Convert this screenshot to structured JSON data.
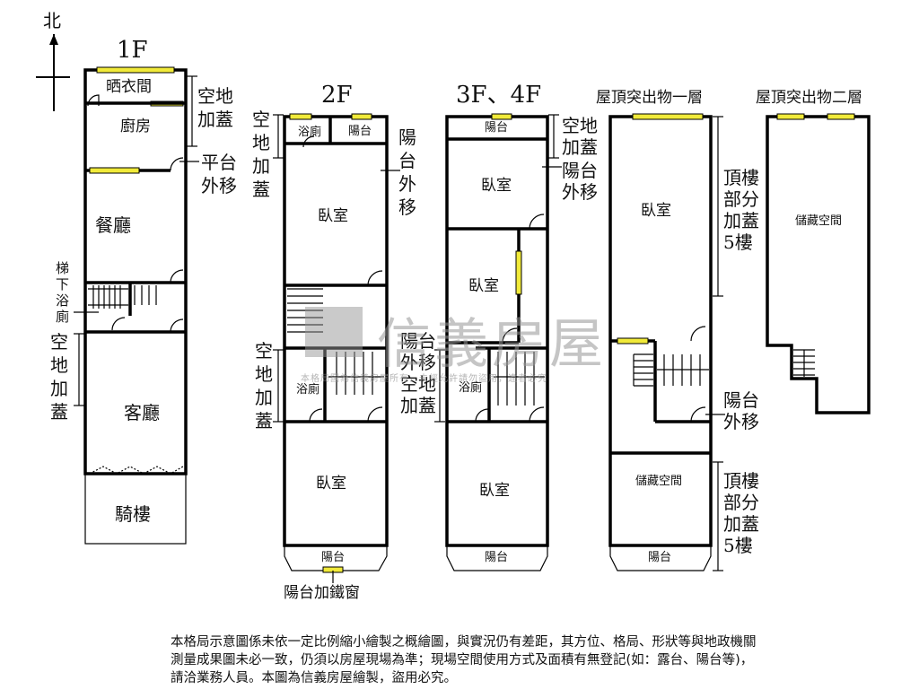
{
  "compass": {
    "north": "北"
  },
  "floors": {
    "f1": {
      "title": "1F",
      "rooms": {
        "laundry": "晒衣間",
        "kitchen": "廚房",
        "dining": "餐廳",
        "living": "客廳",
        "arcade": "騎樓",
        "under_stair_bath": "梯下浴廁"
      },
      "notes": {
        "open_land_top": "空地加蓋",
        "platform_out": "平台外移",
        "open_land_mid": "空地加蓋"
      }
    },
    "f2": {
      "title": "2F",
      "rooms": {
        "bath_top": "浴廁",
        "balcony_top": "陽台",
        "bedroom_top": "臥室",
        "bath_mid": "浴廁",
        "bedroom_bottom": "臥室",
        "balcony_bottom": "陽台"
      },
      "notes": {
        "open_land_top": "空地加蓋",
        "balcony_out": "陽台外移",
        "open_land_mid": "空地加蓋",
        "iron_window": "陽台加鐵窗"
      }
    },
    "f34": {
      "title": "3F、4F",
      "rooms": {
        "balcony_top": "陽台",
        "bedroom_1": "臥室",
        "bedroom_2": "臥室",
        "bath": "浴廁",
        "bedroom_3": "臥室",
        "balcony_bottom": "陽台"
      },
      "notes": {
        "open_land_top": "空地加蓋",
        "balcony_out_top": "陽台外移",
        "balcony_out_mid": "陽台外移",
        "open_land_mid": "空地加蓋"
      }
    },
    "roof1": {
      "title": "屋頂突出物一層",
      "rooms": {
        "bedroom": "臥室",
        "storage": "儲藏空間",
        "balcony": "陽台"
      },
      "notes": {
        "top_addon": "頂樓部分加蓋5樓",
        "balcony_out": "陽台外移",
        "bottom_addon": "頂樓部分加蓋5樓"
      }
    },
    "roof2": {
      "title": "屋頂突出物二層",
      "rooms": {
        "storage": "儲藏空間"
      }
    }
  },
  "watermark": {
    "brand": "信義房屋",
    "sub": "本格局圖為信義房屋所有，未經允許請勿盜用，違者必究"
  },
  "disclaimer": "本格局示意圖係未依一定比例縮小繪製之概繪圖，與實況仍有差距，其方位、格局、形狀等與地政機關測量成果圖未必一致，仍須以房屋現場為準；現場空間使用方式及面積有無登記(如：露台、陽台等)，請洽業務人員。本圖為信義房屋繪製，盜用必究。",
  "colors": {
    "window": "#f1ea3a",
    "wall": "#000000",
    "watermark": "#969696"
  }
}
